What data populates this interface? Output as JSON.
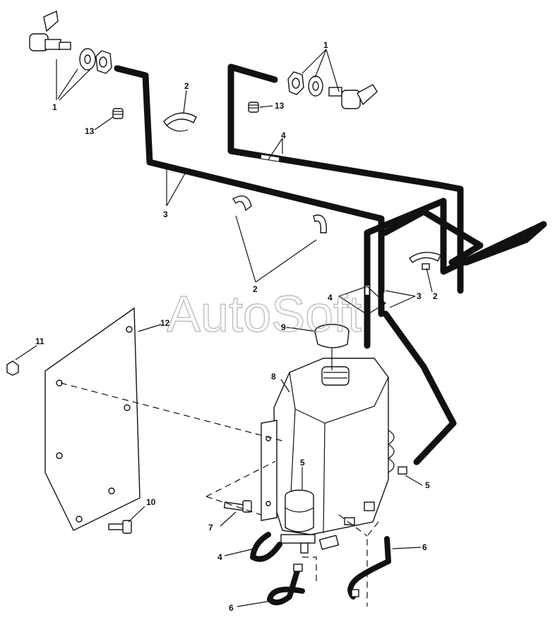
{
  "watermark": "AutoSoft",
  "callouts": {
    "c1_left": "1",
    "c1_right": "1",
    "c2_top": "2",
    "c2_mid": "2",
    "c2_right": "2",
    "c3_left": "3",
    "c3_right": "3",
    "c4_top": "4",
    "c4_mid": "4",
    "c4_bottom": "4",
    "c5_top": "5",
    "c5_right": "5",
    "c6_left": "6",
    "c6_right": "6",
    "c7": "7",
    "c8": "8",
    "c9": "9",
    "c10": "10",
    "c11": "11",
    "c12": "12",
    "c13_left": "13",
    "c13_right": "13"
  }
}
